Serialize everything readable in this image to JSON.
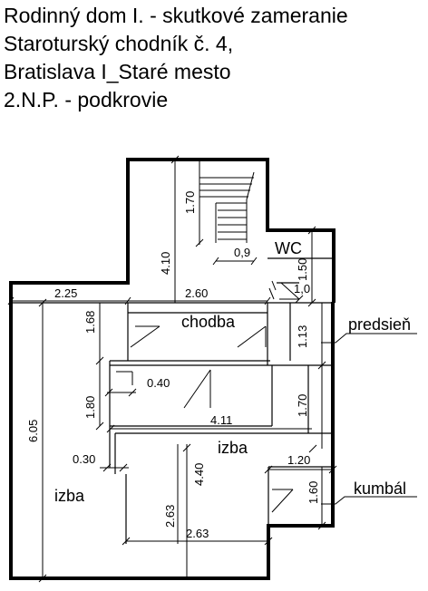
{
  "title_lines": [
    "Rodinný dom I. - skutkové zameranie",
    "Staroturský chodník č. 4,",
    "Bratislava I_Staré mesto",
    "2.N.P. - podkrovie"
  ],
  "rooms": {
    "wc": "WC",
    "chodba": "chodba",
    "izba_center": "izba",
    "izba_left": "izba",
    "predsien": "predsieň",
    "kumbal": "kumbál"
  },
  "dimensions": {
    "d_1_70_top": "1.70",
    "d_4_10": "4.10",
    "d_0_9": "0,9",
    "d_1_50": "1.50",
    "d_1_0": "1,0",
    "d_2_25": "2.25",
    "d_2_60": "2.60",
    "d_1_68": "1.68",
    "d_1_13": "1.13",
    "d_0_40": "0.40",
    "d_1_80": "1.80",
    "d_1_70_right": "1.70",
    "d_4_11": "4.11",
    "d_6_05": "6.05",
    "d_0_30": "0.30",
    "d_4_40": "4.40",
    "d_1_20": "1.20",
    "d_1_60": "1.60",
    "d_2_63_v": "2.63",
    "d_2_63_h": "2.63"
  }
}
